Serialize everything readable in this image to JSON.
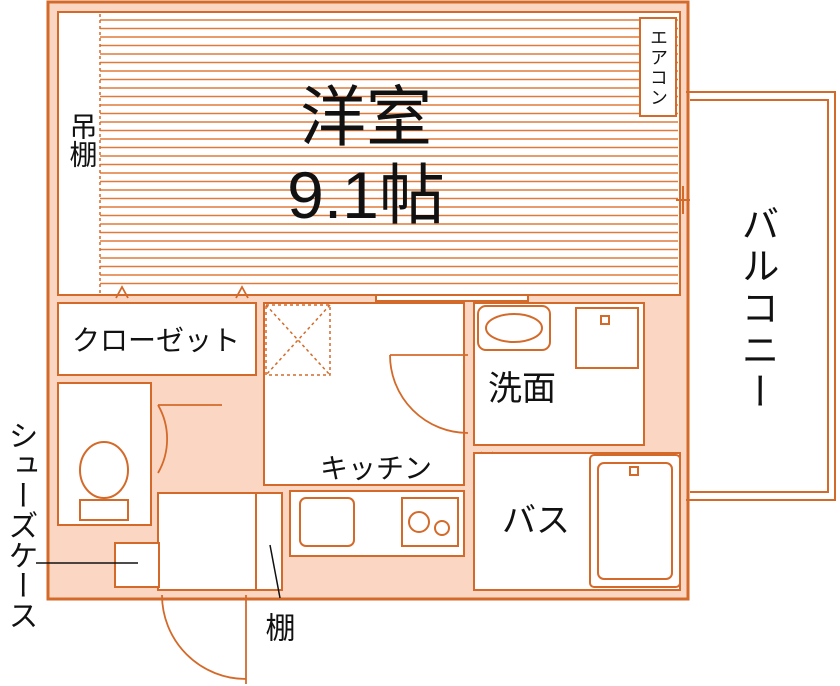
{
  "plan": {
    "main_room": {
      "name": "洋室",
      "size": "9.1帖"
    },
    "air_conditioner": "エアコン",
    "upper_shelf": "吊棚",
    "closet": "クローゼット",
    "kitchen": "キッチン",
    "washroom": "洗面",
    "bath": "バス",
    "balcony": "バルコニー",
    "shoe_case": "シューズケース",
    "shelf": "棚"
  },
  "colors": {
    "wall": "#d46a2a",
    "wall_fill": "#fbd7c3",
    "flooring": "#e07a3a",
    "text": "#111111"
  }
}
